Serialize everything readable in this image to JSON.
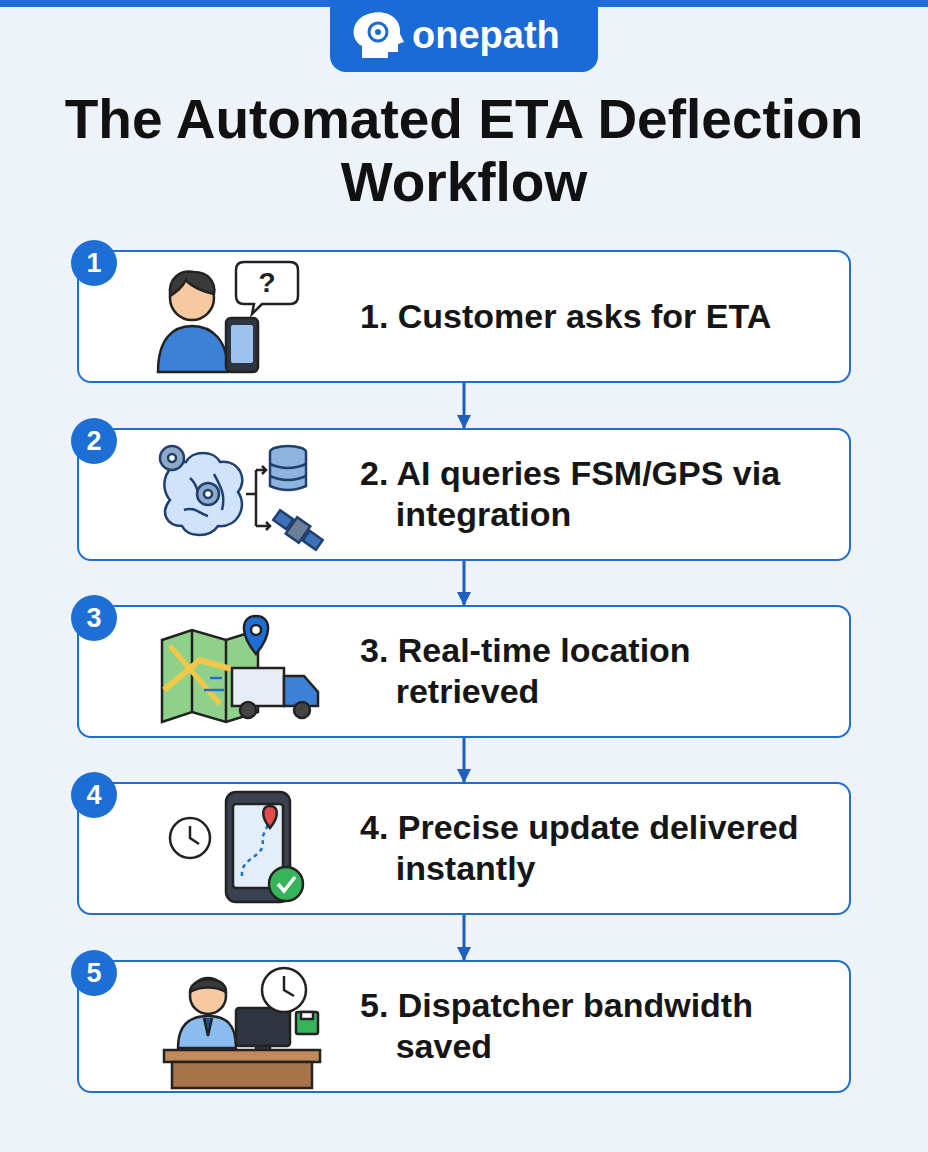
{
  "diagram": {
    "title": "The Automated ETA Deflection Workflow",
    "nodes": [
      {
        "text": [
          "onepath"
        ]
      },
      {
        "text": [
          "1",
          "1. Customer asks for ETA"
        ]
      },
      {
        "text": [
          "2",
          "2. AI queries FSM/GPS via integration"
        ]
      },
      {
        "text": [
          "3",
          "3. Real-time location retrieved"
        ]
      },
      {
        "text": [
          "4",
          "4. Precise update delivered instantly"
        ]
      },
      {
        "text": [
          "5",
          "5. Dispatcher bandwidth saved"
        ]
      }
    ],
    "edges": [
      {
        "from": 1,
        "to": 2,
        "arrow": "to"
      },
      {
        "from": 2,
        "to": 3,
        "arrow": "to"
      },
      {
        "from": 3,
        "to": 4,
        "arrow": "to"
      },
      {
        "from": 4,
        "to": 5,
        "arrow": "to"
      }
    ],
    "labels": [
      "?"
    ]
  }
}
